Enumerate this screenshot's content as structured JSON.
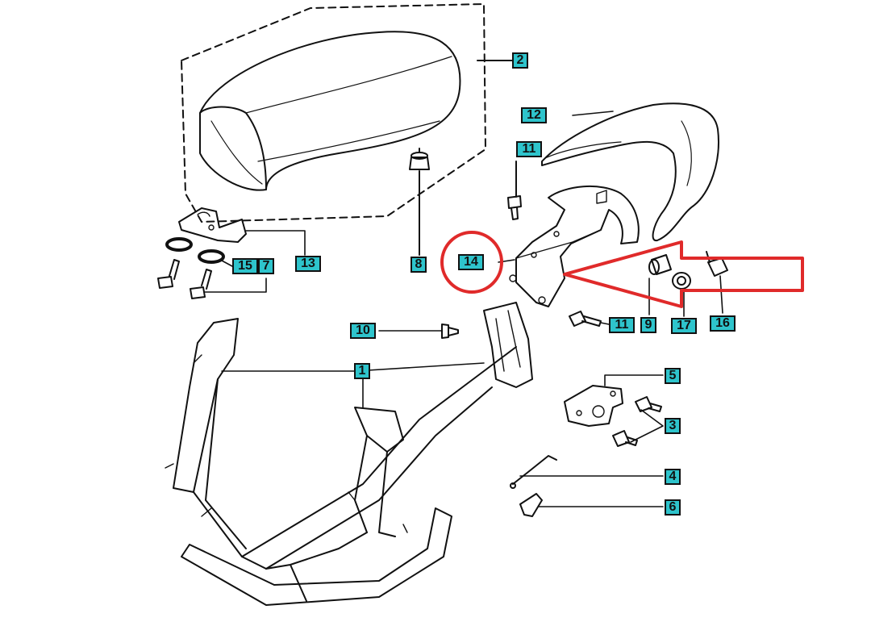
{
  "diagram": {
    "colors": {
      "line": "#111111",
      "label_fill": "#2ec4cc",
      "highlight": "#e02a2a"
    },
    "callouts": [
      {
        "id": "c2",
        "text": "2"
      },
      {
        "id": "c12",
        "text": "12"
      },
      {
        "id": "c11a",
        "text": "11"
      },
      {
        "id": "c13",
        "text": "13"
      },
      {
        "id": "c15",
        "text": "15"
      },
      {
        "id": "c7",
        "text": "7"
      },
      {
        "id": "c8",
        "text": "8"
      },
      {
        "id": "c14",
        "text": "14"
      },
      {
        "id": "c11b",
        "text": "11"
      },
      {
        "id": "c9",
        "text": "9"
      },
      {
        "id": "c17",
        "text": "17"
      },
      {
        "id": "c16",
        "text": "16"
      },
      {
        "id": "c10",
        "text": "10"
      },
      {
        "id": "c1",
        "text": "1"
      },
      {
        "id": "c5",
        "text": "5"
      },
      {
        "id": "c3",
        "text": "3"
      },
      {
        "id": "c4",
        "text": "4"
      },
      {
        "id": "c6",
        "text": "6"
      }
    ],
    "highlight": {
      "target": "14",
      "shapes": [
        "circle",
        "arrow"
      ]
    }
  }
}
